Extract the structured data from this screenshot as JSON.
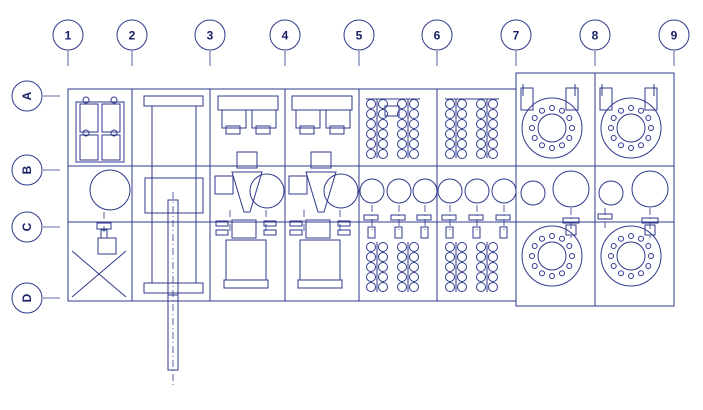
{
  "grid": {
    "columns": [
      "1",
      "2",
      "3",
      "4",
      "5",
      "6",
      "7",
      "8",
      "9"
    ],
    "rows": [
      "A",
      "B",
      "C",
      "D"
    ]
  },
  "colors": {
    "line": "#2e3a8c",
    "label": "#1a2266",
    "background": "#ffffff"
  }
}
